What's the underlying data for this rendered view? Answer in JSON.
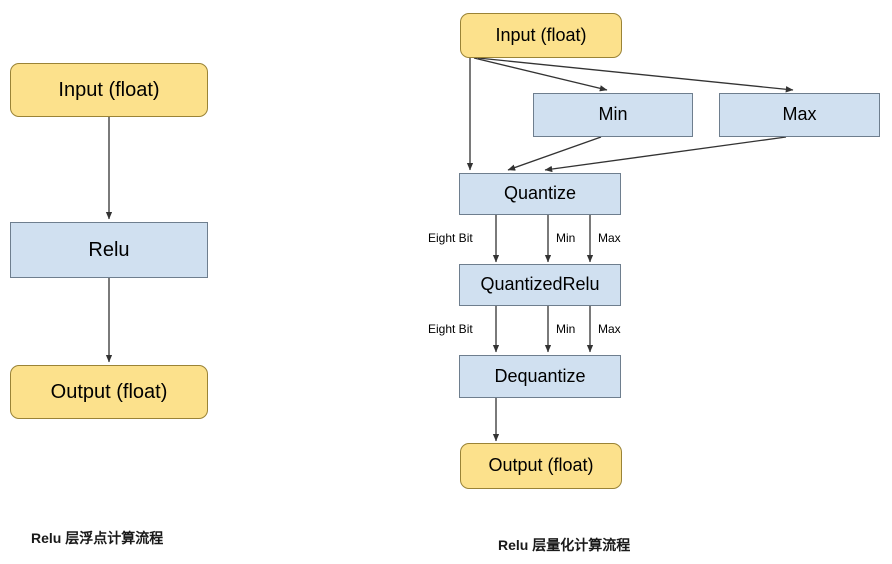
{
  "diagram": {
    "left_flow": {
      "caption": "Relu 层浮点计算流程",
      "nodes": [
        {
          "id": "in",
          "label": "Input (float)",
          "shape": "rounded",
          "color": "yellow"
        },
        {
          "id": "relu",
          "label": "Relu",
          "shape": "rect",
          "color": "blue"
        },
        {
          "id": "out",
          "label": "Output (float)",
          "shape": "rounded",
          "color": "yellow"
        }
      ],
      "edges": [
        {
          "from": "in",
          "to": "relu",
          "label": ""
        },
        {
          "from": "relu",
          "to": "out",
          "label": ""
        }
      ]
    },
    "right_flow": {
      "caption": "Relu 层量化计算流程",
      "nodes": [
        {
          "id": "in",
          "label": "Input (float)",
          "shape": "rounded",
          "color": "yellow"
        },
        {
          "id": "min",
          "label": "Min",
          "shape": "rect",
          "color": "blue"
        },
        {
          "id": "max",
          "label": "Max",
          "shape": "rect",
          "color": "blue"
        },
        {
          "id": "quantize",
          "label": "Quantize",
          "shape": "rect",
          "color": "blue"
        },
        {
          "id": "qrelu",
          "label": "QuantizedRelu",
          "shape": "rect",
          "color": "blue"
        },
        {
          "id": "dequantize",
          "label": "Dequantize",
          "shape": "rect",
          "color": "blue"
        },
        {
          "id": "out",
          "label": "Output (float)",
          "shape": "rounded",
          "color": "yellow"
        }
      ],
      "edges": [
        {
          "from": "in",
          "to": "min",
          "label": ""
        },
        {
          "from": "in",
          "to": "max",
          "label": ""
        },
        {
          "from": "in",
          "to": "quantize",
          "label": ""
        },
        {
          "from": "min",
          "to": "quantize",
          "label": ""
        },
        {
          "from": "max",
          "to": "quantize",
          "label": ""
        },
        {
          "from": "quantize",
          "to": "qrelu",
          "label": "Eight Bit"
        },
        {
          "from": "quantize",
          "to": "qrelu",
          "label": "Min"
        },
        {
          "from": "quantize",
          "to": "qrelu",
          "label": "Max"
        },
        {
          "from": "qrelu",
          "to": "dequantize",
          "label": "Eight Bit"
        },
        {
          "from": "qrelu",
          "to": "dequantize",
          "label": "Min"
        },
        {
          "from": "qrelu",
          "to": "dequantize",
          "label": "Max"
        },
        {
          "from": "dequantize",
          "to": "out",
          "label": ""
        }
      ],
      "edge_labels": {
        "q_to_qrelu_eight_bit": "Eight Bit",
        "q_to_qrelu_min": "Min",
        "q_to_qrelu_max": "Max",
        "qrelu_to_deq_eight_bit": "Eight Bit",
        "qrelu_to_deq_min": "Min",
        "qrelu_to_deq_max": "Max"
      }
    },
    "colors": {
      "float_node_fill": "#FCE18C",
      "float_node_border": "#9A8336",
      "op_node_fill": "#D0E0F0",
      "op_node_border": "#6E7E8E",
      "arrow": "#333333",
      "background": "#FFFFFF"
    }
  }
}
